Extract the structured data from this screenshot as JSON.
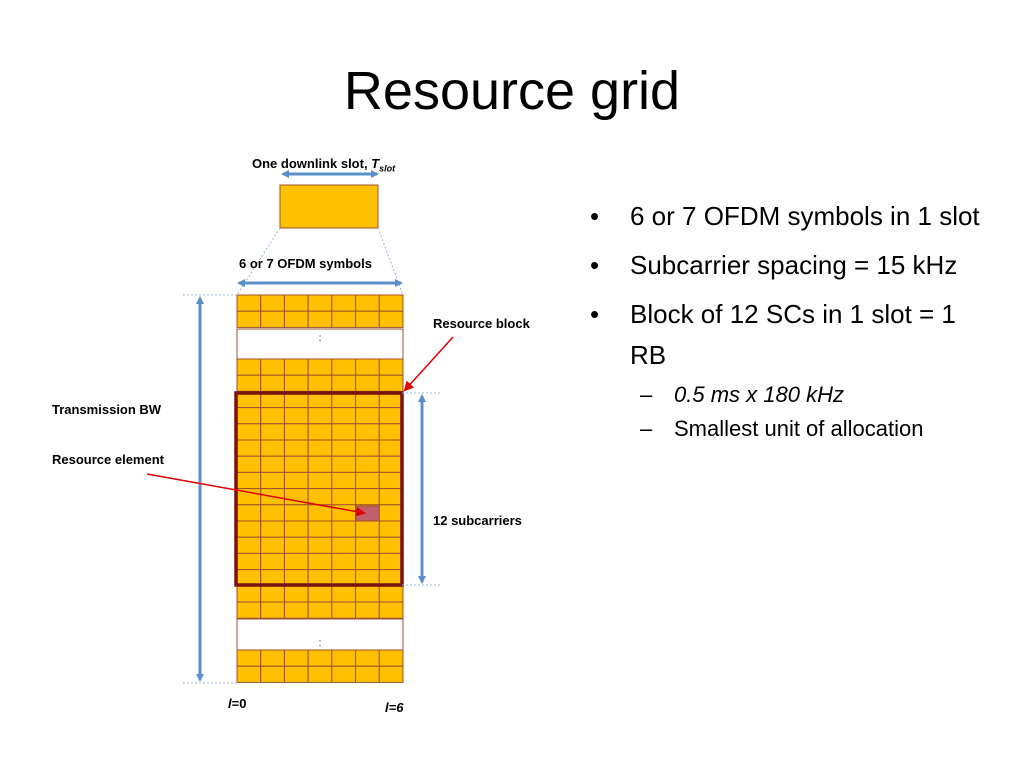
{
  "title": "Resource grid",
  "labels": {
    "slot_prefix": "One downlink slot, ",
    "slot_T": "T",
    "slot_sub": "slot",
    "ofdm_symbols": "6 or 7 OFDM symbols",
    "resource_block": "Resource block",
    "transmission_bw": "Transmission BW",
    "resource_element": "Resource element",
    "subcarriers": "12 subcarriers",
    "gap_dots": ":",
    "l0_var": "l",
    "l0_val": "=0",
    "l6": "l=6"
  },
  "bullets": [
    {
      "marker": "•",
      "text": "6 or 7 OFDM symbols in 1 slot"
    },
    {
      "marker": "•",
      "text": "Subcarrier spacing =  15 kHz"
    },
    {
      "marker": "•",
      "text": "Block of 12 SCs in 1 slot = 1 RB"
    }
  ],
  "sub_bullets": [
    {
      "marker": "–",
      "text": "0.5 ms x 180 kHz",
      "italic": true
    },
    {
      "marker": "–",
      "text": "Smallest unit of allocation",
      "italic": false
    }
  ],
  "colors": {
    "cell_fill": "#FFC000",
    "cell_stroke": "#A0522D",
    "rb_outline": "#7B1010",
    "element_fill": "#C0606C",
    "arrow": "#5B8FC9",
    "pointer": "#E00000"
  }
}
